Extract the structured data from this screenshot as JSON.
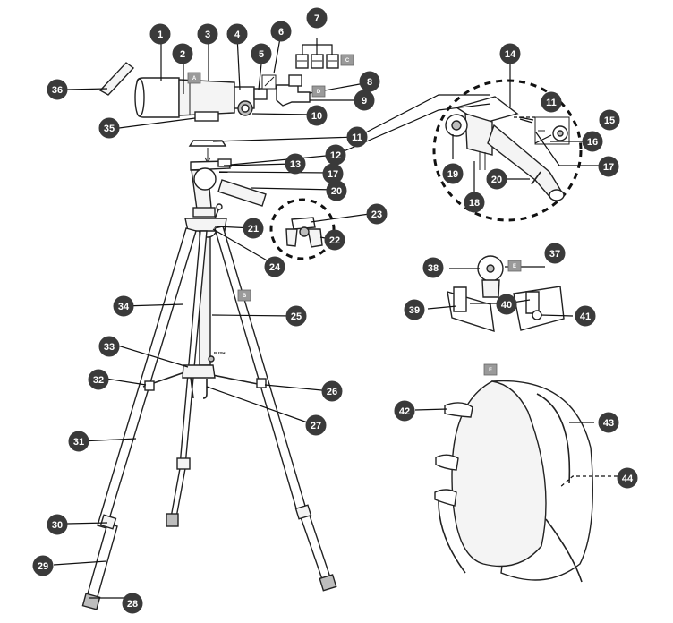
{
  "callouts": [
    "1",
    "2",
    "3",
    "4",
    "5",
    "6",
    "7",
    "8",
    "9",
    "10",
    "11",
    "12",
    "13",
    "14",
    "15",
    "16",
    "17",
    "18",
    "19",
    "20",
    "21",
    "22",
    "23",
    "24",
    "25",
    "26",
    "27",
    "28",
    "29",
    "30",
    "31",
    "32",
    "33",
    "34",
    "35",
    "36",
    "37",
    "38",
    "39",
    "40",
    "41",
    "42",
    "43",
    "44",
    "11",
    "17",
    "20"
  ],
  "tags": [
    "A",
    "B",
    "C",
    "D",
    "E",
    "F"
  ],
  "push_label": "PUSH",
  "colors": {
    "callout_fill": "#3a3a3a",
    "tag_fill": "#9a9a9a",
    "line": "#222222"
  }
}
